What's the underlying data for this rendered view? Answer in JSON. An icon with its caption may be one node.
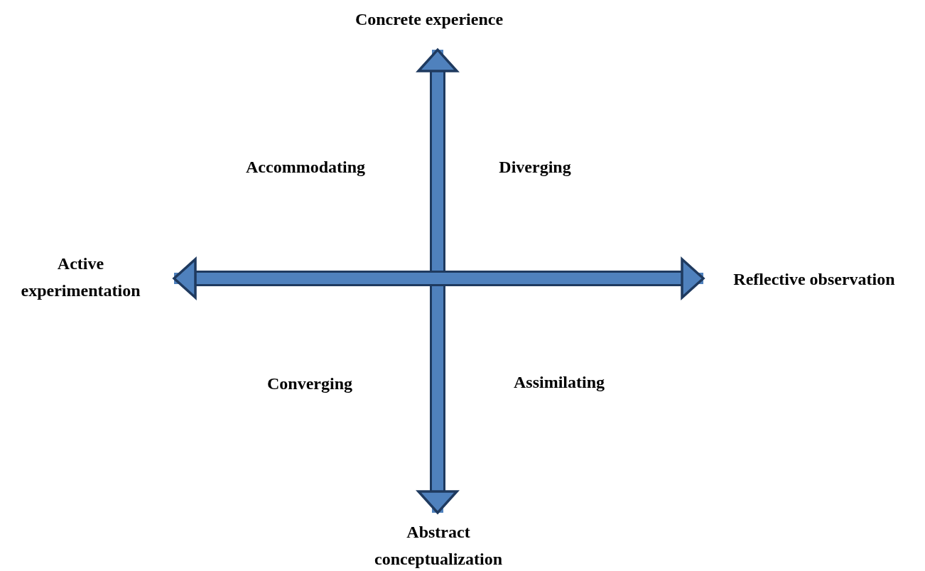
{
  "diagram": {
    "nodes": [
      {
        "text": [
          "Concrete experience"
        ]
      },
      {
        "text": [
          "Abstract conceptualization"
        ]
      },
      {
        "text": [
          "Active experimentation"
        ]
      },
      {
        "text": [
          "Reflective observation"
        ]
      }
    ],
    "edges": [
      {
        "from": 0,
        "to": 1,
        "arrow": "both"
      },
      {
        "from": 2,
        "to": 3,
        "arrow": "both"
      }
    ],
    "labels": [
      "Accommodating",
      "Diverging",
      "Converging",
      "Assimilating"
    ]
  }
}
